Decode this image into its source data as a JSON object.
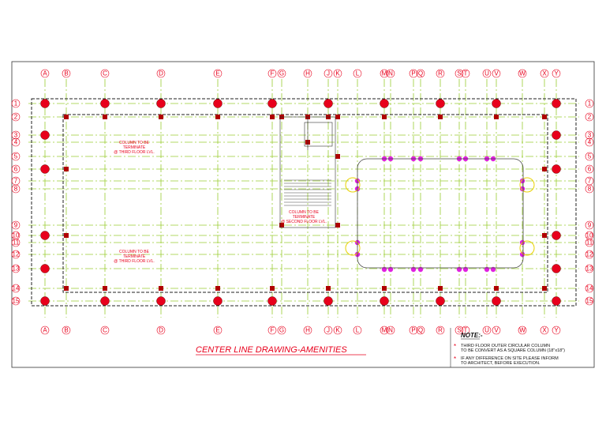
{
  "drawing": {
    "title": "CENTER LINE  DRAWING-AMENITIES",
    "note_heading": "NOTE:-",
    "notes": [
      [
        "THIRD FLOOR OUTER CIRCULAR COLUMN",
        "TO BE CONVERT AS A SQUARE COLUMN (18\"x18\")"
      ],
      [
        "IF ANY DIFFERENCE  ON SITE PLEASE INFORM",
        "TO ARCHITECT, BEFORE EXECUTION."
      ]
    ],
    "column_grid_letters": [
      "A",
      "B",
      "C",
      "D",
      "E",
      "F",
      "G",
      "H",
      "J",
      "K",
      "L",
      "M",
      "N",
      "P",
      "Q",
      "R",
      "S",
      "T",
      "U",
      "V",
      "W",
      "X",
      "Y"
    ],
    "row_grid_numbers": [
      "1",
      "2",
      "3",
      "4",
      "5",
      "6",
      "7",
      "8",
      "9",
      "10",
      "11",
      "12",
      "13",
      "14",
      "15"
    ],
    "annotations": [
      [
        "COLUMN TO BE",
        "TERMINATE",
        "@ THIRD FLOOR LVL."
      ],
      [
        "COLUMN TO BE",
        "TERMINATE",
        "@ THIRD FLOOR LVL."
      ],
      [
        "COLUMN TO BE",
        "TERMINATE",
        "@ SECOND FLOOR LVL."
      ]
    ]
  },
  "colors": {
    "grid": "#e8001c",
    "centerline": "#9acd32",
    "column": "#e8001c",
    "pink_column": "#e020e0"
  }
}
